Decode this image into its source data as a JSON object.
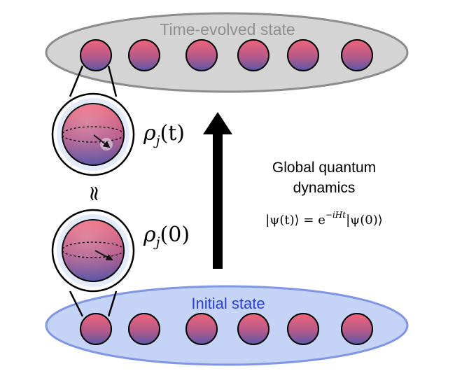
{
  "top_ellipse": {
    "label": "Time-evolved state",
    "fill": "#d4d4d4",
    "stroke": "#8c8c8c",
    "label_color": "#8f8f8f"
  },
  "bottom_ellipse": {
    "label": "Initial state",
    "fill": "#c5d3f7",
    "stroke": "#7f96e6",
    "label_color": "#2a3fd9"
  },
  "arrow": {
    "caption_line1": "Global quantum",
    "caption_line2": "dynamics",
    "equation": {
      "lhs": "|ψ(t)⟩ = e",
      "exponent": "−iHt",
      "rhs": "|ψ(0)⟩"
    }
  },
  "rho_t": {
    "symbol": "ρ",
    "subscript": "j",
    "arg": "(t)"
  },
  "rho_0": {
    "symbol": "ρ",
    "subscript": "j",
    "arg": "(0)"
  },
  "approx_symbol": "≈",
  "colors": {
    "sphere_top": "#f0647a",
    "sphere_bottom": "#5b56a6",
    "arrow": "#000000"
  },
  "spin_count_per_row": 6
}
